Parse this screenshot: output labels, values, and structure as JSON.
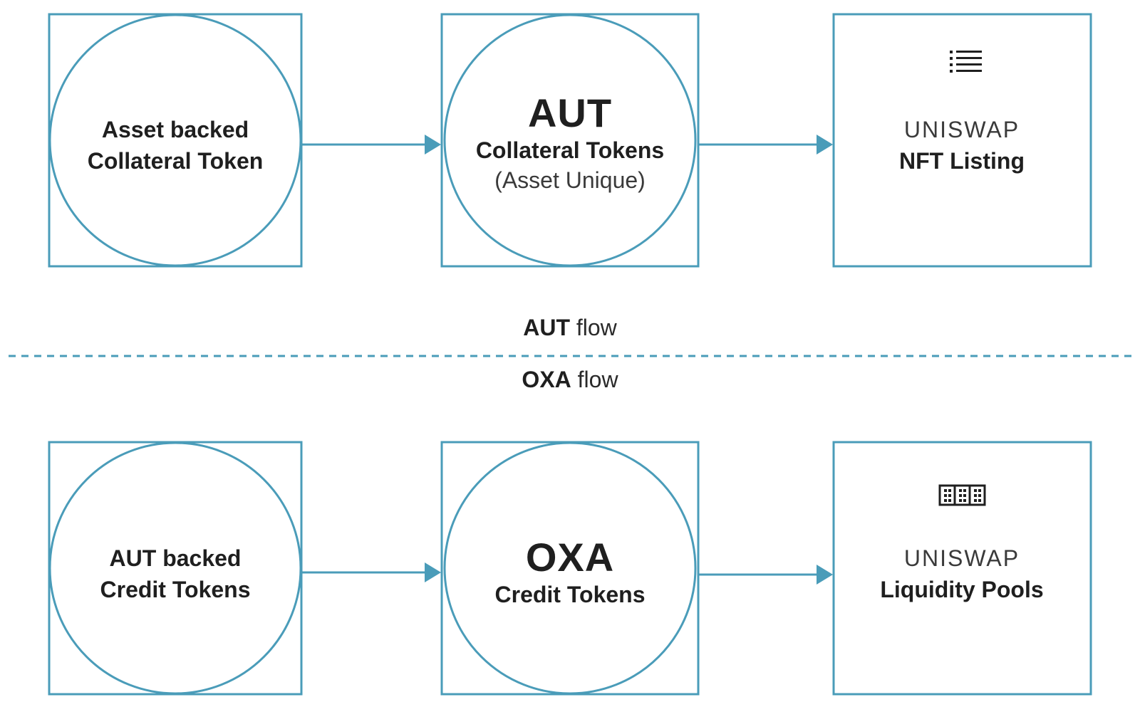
{
  "colors": {
    "stroke": "#3f9ab8",
    "text": "#1f1f1f"
  },
  "aut_flow": {
    "source": {
      "line1": "Asset backed",
      "line2": "Collateral Token"
    },
    "token": {
      "symbol": "AUT",
      "line1": "Collateral Tokens",
      "line2": "(Asset Unique)"
    },
    "destination": {
      "icon": "list-icon",
      "line1": "UNISWAP",
      "line2": "NFT Listing"
    }
  },
  "flow_labels": {
    "aut": {
      "bold": "AUT",
      "rest": "flow"
    },
    "oxa": {
      "bold": "OXA",
      "rest": "flow"
    }
  },
  "oxa_flow": {
    "source": {
      "line1": "AUT backed",
      "line2": "Credit Tokens"
    },
    "token": {
      "symbol": "OXA",
      "line1": "Credit Tokens"
    },
    "destination": {
      "icon": "liquidity-pool-icon",
      "line1": "UNISWAP",
      "line2": "Liquidity Pools"
    }
  }
}
